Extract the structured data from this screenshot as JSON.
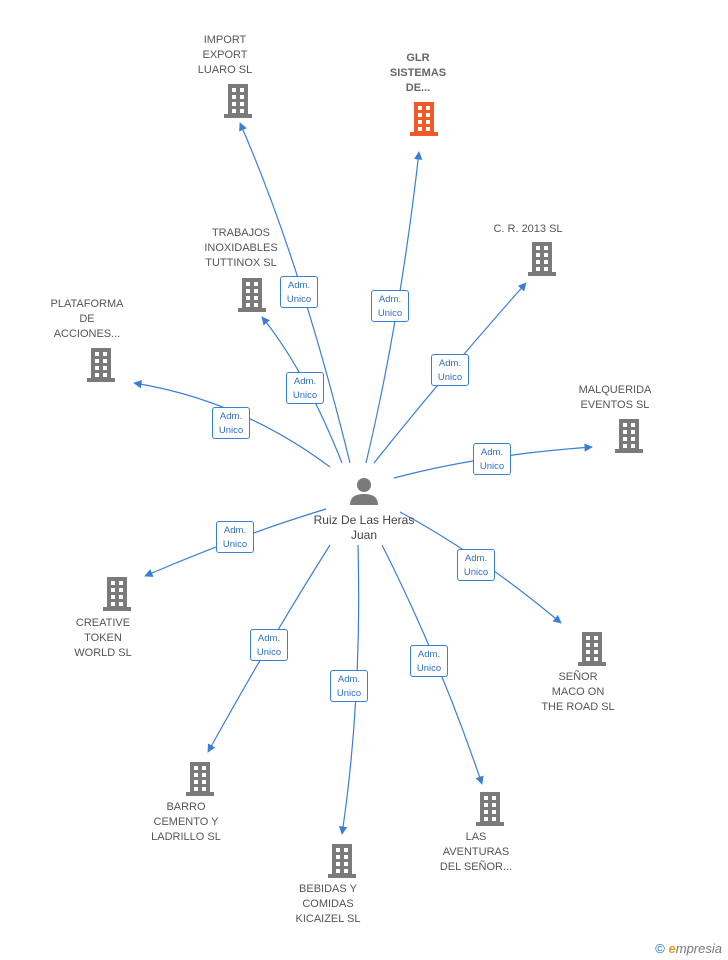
{
  "center": {
    "name": "Ruiz De Las Heras Juan",
    "icon": "person-icon"
  },
  "relation_label": "Adm. Unico",
  "colors": {
    "edge": "#3a7fd6",
    "building": "#7a7a7a",
    "highlight": "#f05a28"
  },
  "nodes": [
    {
      "id": "import",
      "lines": [
        "IMPORT",
        "EXPORT",
        "LUARO SL"
      ],
      "badge": [
        "Adm.",
        "Unico"
      ]
    },
    {
      "id": "glr",
      "lines": [
        "GLR",
        "SISTEMAS",
        "DE..."
      ],
      "badge": [
        "Adm.",
        "Unico"
      ],
      "highlight": true
    },
    {
      "id": "trabajos",
      "lines": [
        "TRABAJOS",
        "INOXIDABLES",
        "TUTTINOX  SL"
      ],
      "badge": [
        "Adm.",
        "Unico"
      ]
    },
    {
      "id": "cr2013",
      "lines": [
        "C.  R. 2013  SL"
      ],
      "badge": [
        "Adm.",
        "Unico"
      ]
    },
    {
      "id": "plataforma",
      "lines": [
        "PLATAFORMA",
        "DE",
        "ACCIONES..."
      ],
      "badge": [
        "Adm.",
        "Unico"
      ]
    },
    {
      "id": "malquerida",
      "lines": [
        "MALQUERIDA",
        "EVENTOS  SL"
      ],
      "badge": [
        "Adm.",
        "Unico"
      ]
    },
    {
      "id": "creative",
      "lines": [
        "CREATIVE",
        "TOKEN",
        "WORLD  SL"
      ],
      "badge": [
        "Adm.",
        "Unico"
      ]
    },
    {
      "id": "senor",
      "lines": [
        "SEÑOR",
        "MACO ON",
        "THE ROAD  SL"
      ],
      "badge": [
        "Adm.",
        "Unico"
      ]
    },
    {
      "id": "barro",
      "lines": [
        "BARRO",
        "CEMENTO Y",
        "LADRILLO  SL"
      ],
      "badge": [
        "Adm.",
        "Unico"
      ]
    },
    {
      "id": "bebidas",
      "lines": [
        "BEBIDAS Y",
        "COMIDAS",
        "KICAIZEL  SL"
      ],
      "badge": [
        "Adm.",
        "Unico"
      ]
    },
    {
      "id": "aventuras",
      "lines": [
        "LAS",
        "AVENTURAS",
        "DEL SEÑOR..."
      ],
      "badge": [
        "Adm.",
        "Unico"
      ]
    }
  ],
  "footer": {
    "copyright": "©",
    "brand_first": "e",
    "brand_rest": "mpresia"
  }
}
